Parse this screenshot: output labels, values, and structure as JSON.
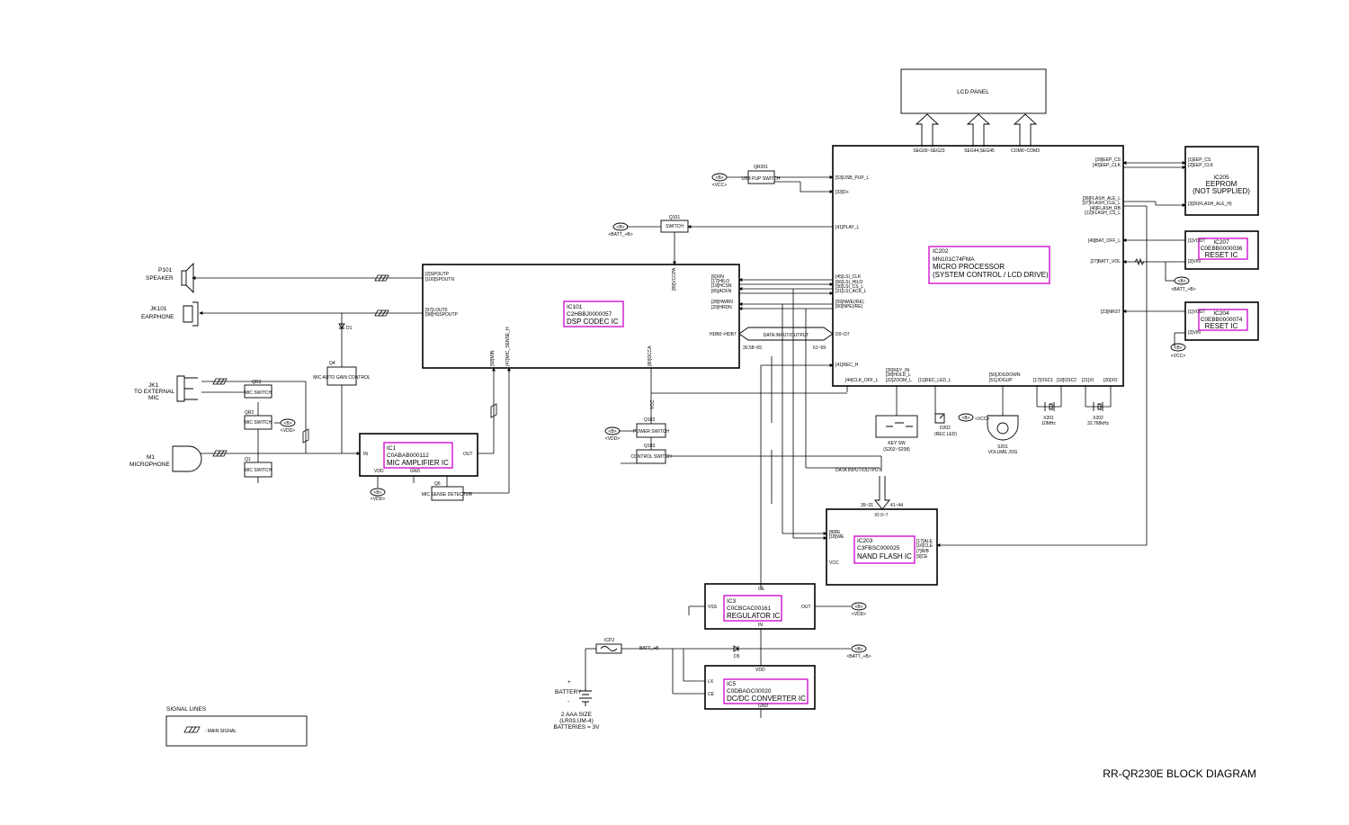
{
  "title": "RR-QR230E BLOCK DIAGRAM",
  "lcd": {
    "label": "LCD PANEL",
    "bus1": "SEG00~SEG23",
    "bus2": "SEG44,SEG45",
    "bus3": "COM0~COM3"
  },
  "ic202": {
    "ref": "IC202",
    "part": "MN101C74FMA",
    "name1": "MICRO PROCESSOR",
    "name2": "(SYSTEM CONTROL / LCD DRIVE)",
    "pins_left": [
      "[53]USB_PUP_L",
      "[33]D+",
      "[41]PLAY_L",
      "[45]LSI_CLK",
      "[66]LSI_HILO",
      "[30]LSI_CS_L",
      "[31]LSI_ACK_L",
      "[59]NWE(/RE)",
      "[60]NPE(/RE)",
      "D0~D7",
      "[41]REC_H"
    ],
    "pins_right": [
      "[39]EEP_CS",
      "[40]EEP_CLK",
      "[36]FLASH_ALE_L",
      "[37]FLASH_CLE_L",
      "[40]FLASH_RB",
      "[12]FLASH_CS_L",
      "[49]BAT_OFF_L",
      "[27]BATT_VOL",
      "[23]NRST"
    ],
    "pins_bottom": [
      "[44]CLK_OFF_L",
      "[26]KEY_IN",
      "[28]HOLD_L",
      "[22]ZOOM_L",
      "[11]REC_LED_L",
      "[50]JOGDOWN",
      "[51]JOGUP",
      "[17]OSC1",
      "[18]OSC2",
      "[21]XI",
      "[20]XO"
    ]
  },
  "ic205": {
    "ref": "IC205",
    "name": "EEPROM",
    "note": "(NOT SUPPLIED)",
    "pins": [
      "[1]EEP_CS",
      "[2]EEP_CLK",
      "[3]DI(FLASH_ALE_H)"
    ]
  },
  "ic207": {
    "ref": "IC207",
    "part": "C0EBB0000036",
    "name": "RESET IC",
    "p1": "[1]VOUT",
    "p2": "[2]VIN"
  },
  "ic204": {
    "ref": "IC204",
    "part": "C0EBB0000074",
    "name": "RESET IC",
    "p1": "[1]VOUT",
    "p2": "[2]VIN"
  },
  "ic101": {
    "ref": "IC101",
    "part": "C2HBBJ0000057",
    "name": "DSP CODEC IC",
    "pins_left": [
      "[2]SPOUTP",
      "[100]SPOUTN",
      "[97]LOUT0",
      "[98]HSSPOUTP"
    ],
    "pins_right": [
      "[6]XIN",
      "[17]HILO",
      "[19]HCSN",
      "[65]ACKN",
      "[28]HWRN",
      "[29]HRDN"
    ],
    "pin_vcc": "[89]VCCPA",
    "pin_mic1": "[58]MIN",
    "pin_mic2": "[47]MIC_SENSE_H",
    "pin_dcca": "[80]DCCA",
    "hd": "HDB0~HDB7",
    "hd_pins": "30,58~65"
  },
  "ic203": {
    "ref": "IC203",
    "part": "C3FBSC000025",
    "name": "NAND FLASH IC",
    "re": "[8]RE",
    "we": "[18]WE",
    "vcc": "VCC",
    "ale": "[17]ALE",
    "cle": "[16]CLE",
    "rb": "[7]R/B",
    "ce": "[9]CE",
    "io": "IO 0~7",
    "io1": "39~31",
    "io2": "41~44"
  },
  "ic1": {
    "ref": "IC1",
    "part": "C0ABAB000112",
    "name": "MIC AMPLIFIER IC",
    "in": "IN",
    "out": "OUT",
    "vdd": "VDD",
    "gnd": "GND"
  },
  "ic3": {
    "ref": "IC3",
    "part": "C0CBCAC00161",
    "name": "REGULATOR IC",
    "vss": "VSS",
    "out": "OUT",
    "ce": "CE",
    "in": "IN"
  },
  "ic5": {
    "ref": "IC5",
    "part": "C0DBAGC00020",
    "name": "DC/DC CONVERTER IC",
    "lx": "LX",
    "ce": "CE",
    "vdd": "VDD",
    "gnd": "GND"
  },
  "transistors": {
    "qr201": "QR201",
    "qr201_name": "USB PUP SWITCH",
    "q101": "Q101",
    "q101_name": "SWITCH",
    "q102": "Q102",
    "q102_name": "POWER SWITCH",
    "q103": "Q103",
    "q103_name": "CONTROL SWITCH",
    "q4": "Q4",
    "q4_name": "MIC AUTO GAIN CONTROL",
    "qr3": "QR3",
    "qr3_name": "MIC SWITCH",
    "qr2": "QR2",
    "qr2_name": "MIC SWITCH",
    "q1": "Q1",
    "q1_name": "MIC SWITCH",
    "q6": "Q6",
    "q6_name": "MIC SENSE DETECTOR",
    "d1": "D1",
    "d5": "D5"
  },
  "jacks": {
    "p101": "P101",
    "speaker": "SPEAKER",
    "jk101": "JK101",
    "earphone": "EARPHONE",
    "jk1": "JK1",
    "ext1": "TO EXTERNAL",
    "ext2": "MIC",
    "m1": "M1",
    "microphone": "MICROPHONE"
  },
  "supply": {
    "b": "<B>",
    "vcc": "<VCC>",
    "vdd": "<VDD>",
    "batt_b": "<BATT_+B>",
    "batt": "BATT_+B",
    "vcc_pin": "VCC"
  },
  "data_io": "DATA INPUT/OUTPUT",
  "d0d7_pins": "61~69",
  "keysw": "KEY SW",
  "keysw_ref": "(S202~S208)",
  "d202": "D202",
  "recled": "(REC LED)",
  "s201": "S201",
  "voljog": "VOLUME JOG",
  "x201": "X201",
  "x201_f": "10MHz",
  "x202": "X202",
  "x202_f": "32.768kHz",
  "icp2": "ICP2",
  "battery": "BATTERY",
  "bat_plus": "+",
  "bat_minus": "-",
  "bat_note": [
    "2 AAA SIZE",
    "(LR03,UM-4)",
    "BATTERIES = 3V"
  ],
  "legend": {
    "title": "SIGNAL LINES",
    "main": ": MAIN SIGNAL"
  }
}
